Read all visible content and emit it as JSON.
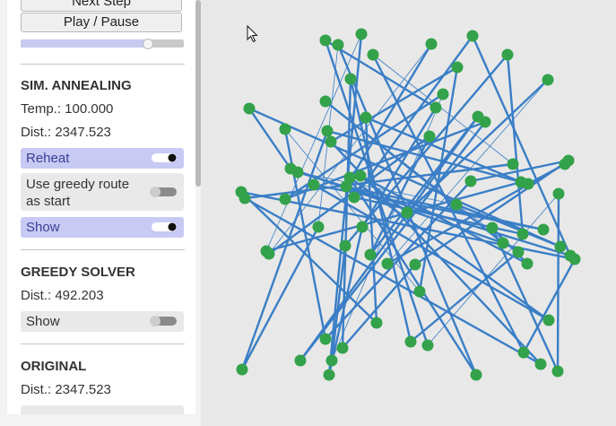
{
  "controls": {
    "next_step_label": "Next Step",
    "play_pause_label": "Play / Pause",
    "speed": 0.78
  },
  "sim_annealing": {
    "heading": "SIM. ANNEALING",
    "temp_label": "Temp.: 100.000",
    "dist_label": "Dist.: 2347.523",
    "reheat_label": "Reheat",
    "greedy_start_label_line1": "Use greedy route",
    "greedy_start_label_line2": "as start",
    "show_label": "Show"
  },
  "greedy_solver": {
    "heading": "GREEDY SOLVER",
    "dist_label": "Dist.: 492.203",
    "show_label": "Show"
  },
  "original": {
    "heading": "ORIGINAL",
    "dist_label": "Dist.: 2347.523"
  },
  "colors": {
    "route": "#3a7ec6",
    "node": "#33a24a",
    "toggle_on_bg": "#c8caf4"
  }
}
